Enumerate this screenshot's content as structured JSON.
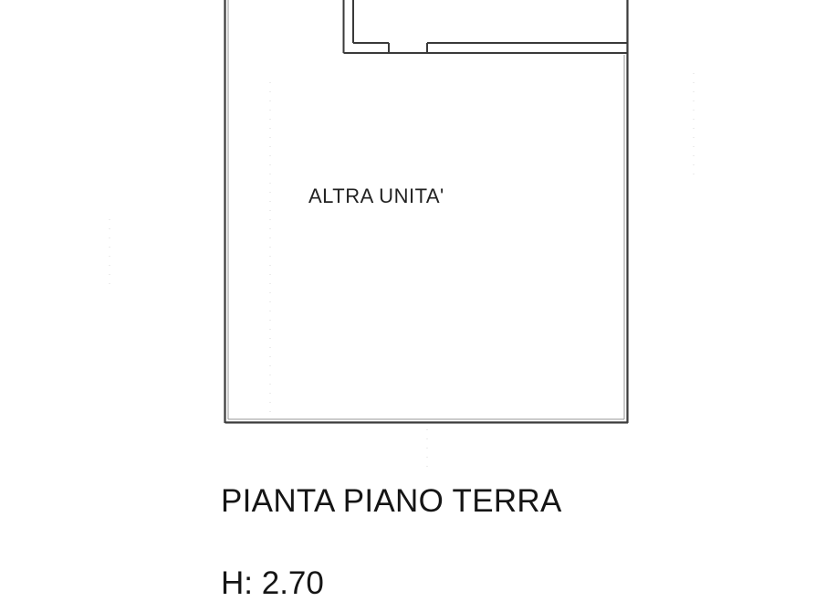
{
  "drawing": {
    "room_label": "ALTRA UNITA'",
    "title": "PIANTA PIANO TERRA",
    "height_label": "H: 2.70",
    "line_color": "#3a3a3a",
    "background_color": "#ffffff"
  }
}
